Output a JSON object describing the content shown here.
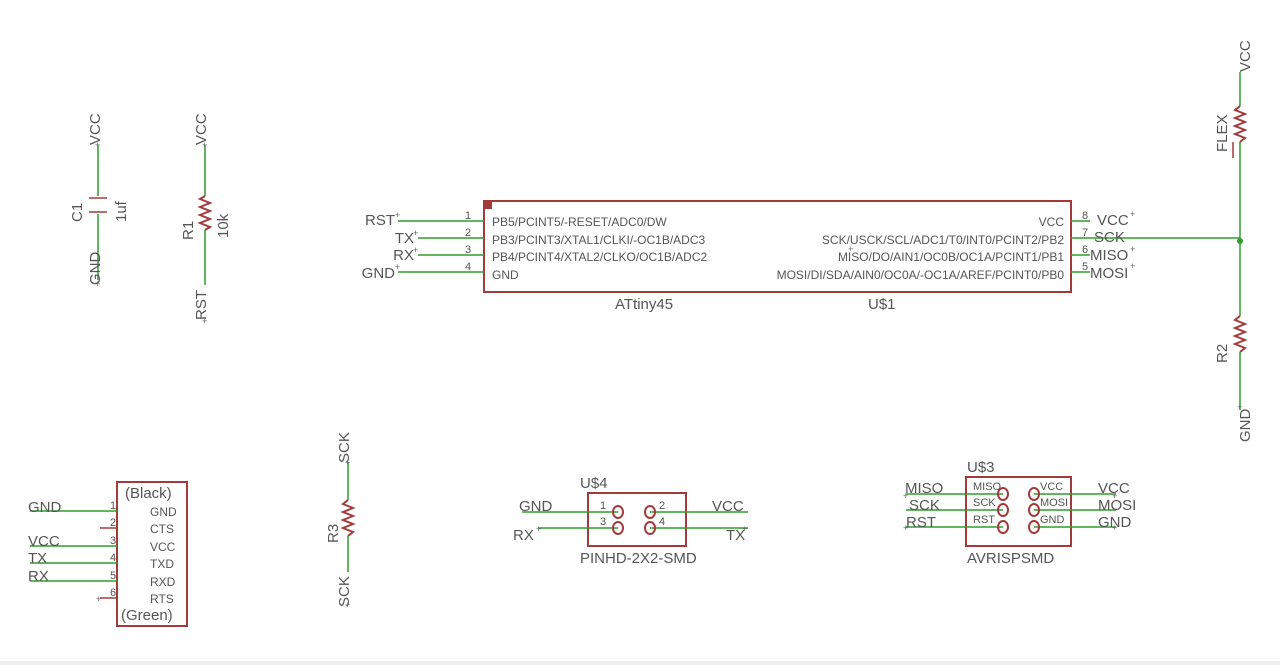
{
  "colors": {
    "wire": "#2e9e2e",
    "part": "#a33a3a",
    "text": "#555555"
  },
  "c1": {
    "name": "C1",
    "value": "1uf",
    "top_net": "VCC",
    "bottom_net": "GND"
  },
  "r1": {
    "name": "R1",
    "value": "10k",
    "top_net": "VCC",
    "bottom_net": "RST"
  },
  "u1": {
    "part": "ATtiny45",
    "ref": "U$1",
    "left_pins": [
      {
        "num": "1",
        "name": "PB5/PCINT5/-RESET/ADC0/DW",
        "net": "RST"
      },
      {
        "num": "2",
        "name": "PB3/PCINT3/XTAL1/CLKI/-OC1B/ADC3",
        "net": "TX"
      },
      {
        "num": "3",
        "name": "PB4/PCINT4/XTAL2/CLKO/OC1B/ADC2",
        "net": "RX"
      },
      {
        "num": "4",
        "name": "GND",
        "net": "GND"
      }
    ],
    "right_pins": [
      {
        "num": "8",
        "name": "VCC",
        "net": "VCC"
      },
      {
        "num": "7",
        "name": "SCK/USCK/SCL/ADC1/T0/INT0/PCINT2/PB2",
        "net": "SCK"
      },
      {
        "num": "6",
        "name": "MISO/DO/AIN1/OC0B/OC1A/PCINT1/PB1",
        "net": "MISO"
      },
      {
        "num": "5",
        "name": "MOSI/DI/SDA/AIN0/OC0A/-OC1A/AREF/PCINT0/PB0",
        "net": "MOSI"
      }
    ]
  },
  "flex": {
    "name": "FLEX",
    "top_net": "VCC"
  },
  "r2": {
    "name": "R2",
    "bottom_net": "GND"
  },
  "r3": {
    "name": "R3",
    "top_net": "SCK",
    "bottom_net": "SCK"
  },
  "ftdi": {
    "top_label": "(Black)",
    "bottom_label": "(Green)",
    "pins": [
      {
        "num": "1",
        "name": "GND",
        "net": "GND"
      },
      {
        "num": "2",
        "name": "CTS",
        "net": ""
      },
      {
        "num": "3",
        "name": "VCC",
        "net": "VCC"
      },
      {
        "num": "4",
        "name": "TXD",
        "net": "TX"
      },
      {
        "num": "5",
        "name": "RXD",
        "net": "RX"
      },
      {
        "num": "6",
        "name": "RTS",
        "net": ""
      }
    ]
  },
  "u4": {
    "ref": "U$4",
    "part": "PINHD-2X2-SMD",
    "pins": [
      {
        "num": "1",
        "net": "GND"
      },
      {
        "num": "2",
        "net": "VCC"
      },
      {
        "num": "3",
        "net": "RX"
      },
      {
        "num": "4",
        "net": "TX"
      }
    ]
  },
  "u3": {
    "ref": "U$3",
    "part": "AVRISPSMD",
    "left_pins": [
      {
        "name": "MISO",
        "net": "MISO"
      },
      {
        "name": "SCK",
        "net": "SCK"
      },
      {
        "name": "RST",
        "net": "RST"
      }
    ],
    "right_pins": [
      {
        "name": "VCC",
        "net": "VCC"
      },
      {
        "name": "MOSI",
        "net": "MOSI"
      },
      {
        "name": "GND",
        "net": "GND"
      }
    ]
  }
}
